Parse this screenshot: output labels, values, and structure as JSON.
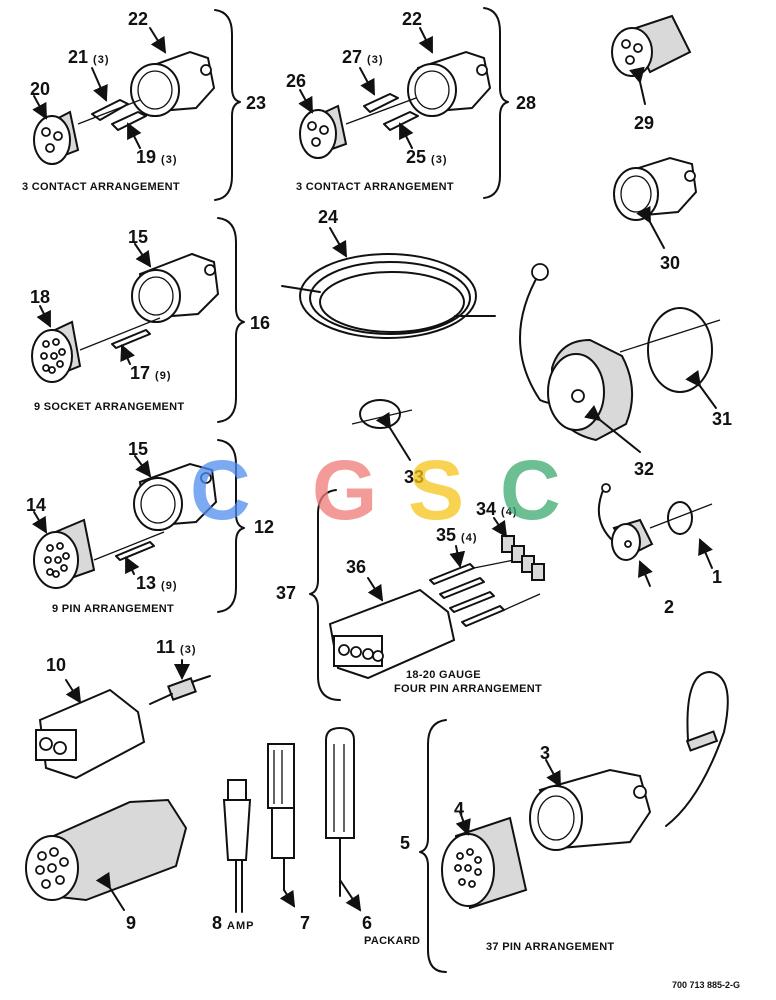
{
  "callouts": {
    "n1": "1",
    "n2": "2",
    "n3": "3",
    "n4": "4",
    "n5": "5",
    "n6": "6",
    "n7": "7",
    "n8": "8",
    "n9": "9",
    "n10": "10",
    "n11": "11",
    "n12": "12",
    "n13": "13",
    "n14": "14",
    "n15a": "15",
    "n15b": "15",
    "n16": "16",
    "n17": "17",
    "n18": "18",
    "n19": "19",
    "n20": "20",
    "n21": "21",
    "n22a": "22",
    "n22b": "22",
    "n23": "23",
    "n24": "24",
    "n25": "25",
    "n26": "26",
    "n27": "27",
    "n28": "28",
    "n29": "29",
    "n30": "30",
    "n31": "31",
    "n32": "32",
    "n33": "33",
    "n34": "34",
    "n35": "35",
    "n36": "36",
    "n37": "37"
  },
  "quantities": {
    "q11": "(3)",
    "q13": "(9)",
    "q17": "(9)",
    "q19": "(3)",
    "q21": "(3)",
    "q25": "(3)",
    "q27": "(3)",
    "q34": "(4)",
    "q35": "(4)"
  },
  "captions": {
    "c23": "3 CONTACT ARRANGEMENT",
    "c28": "3 CONTACT ARRANGEMENT",
    "c16": "9 SOCKET ARRANGEMENT",
    "c12": "9 PIN ARRANGEMENT",
    "c37a": "18-20 GAUGE",
    "c37b": "FOUR PIN ARRANGEMENT",
    "c5": "37 PIN ARRANGEMENT",
    "c8": "AMP",
    "c6": "PACKARD"
  },
  "watermark": {
    "letters": [
      "C",
      "G",
      "S",
      "C"
    ],
    "colors": [
      "#4f8ef0",
      "#f07a76",
      "#f5c518",
      "#3aaa70"
    ]
  },
  "drawing_code": "700 713 885-2-G"
}
